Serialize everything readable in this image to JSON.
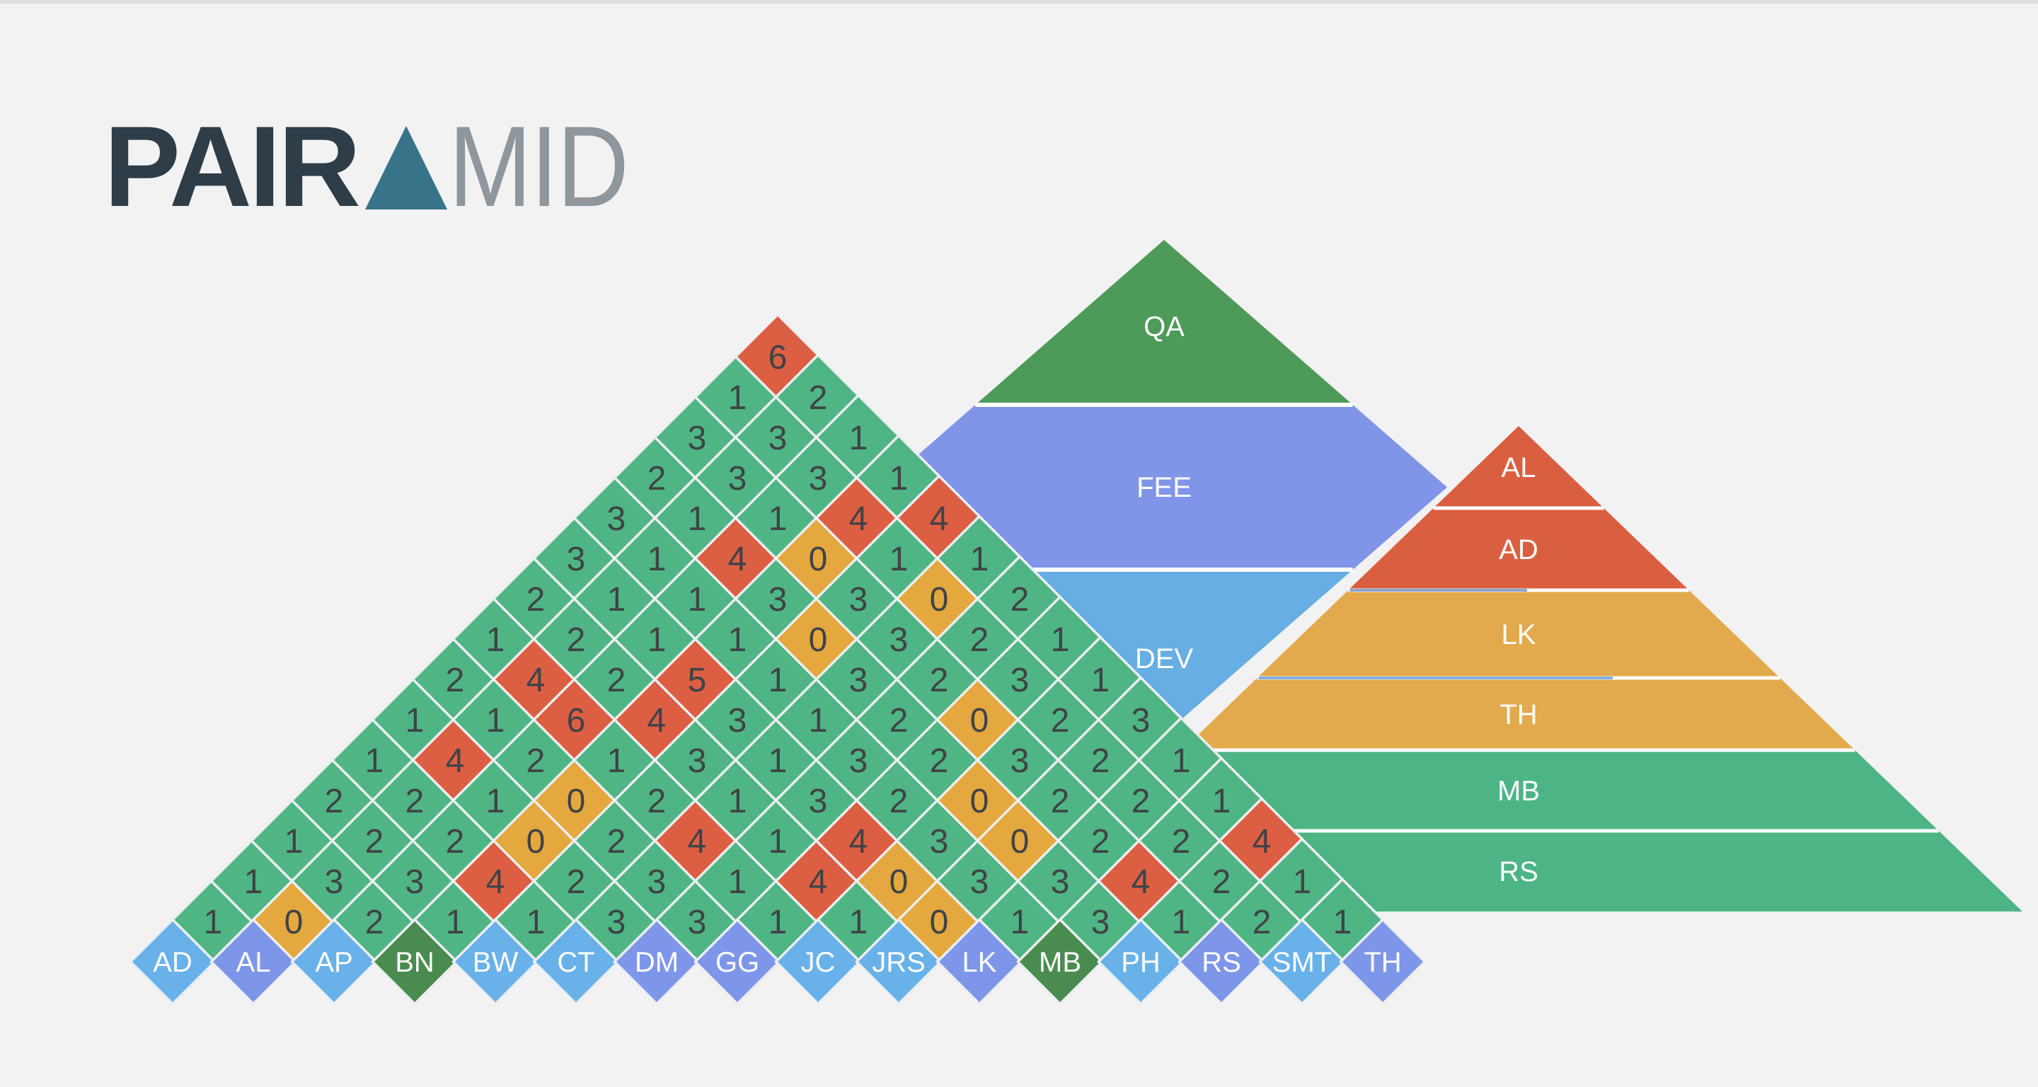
{
  "page": {
    "background": "#f2f2f3",
    "top_strip_color": "#dcdce1"
  },
  "logo": {
    "text_bold": "PAIR",
    "text_light": "MID",
    "triangle_color": "#37748a",
    "bold_color": "#2e3d47",
    "light_color": "#8f969c"
  },
  "chart_data": [
    {
      "type": "heatmap",
      "subtype": "pair-matrix-triangle",
      "title": "Pair counts between team members",
      "members": [
        "AD",
        "AL",
        "AP",
        "BN",
        "BW",
        "CT",
        "DM",
        "GG",
        "JC",
        "JRS",
        "LK",
        "MB",
        "PH",
        "RS",
        "SMT",
        "TH"
      ],
      "member_colors": {
        "AD": "#69b1e9",
        "AL": "#7e96e9",
        "AP": "#69b1e9",
        "BN": "#4a8c50",
        "BW": "#69b1e9",
        "CT": "#69b1e9",
        "DM": "#7e96e9",
        "GG": "#7e96e9",
        "JC": "#69b1e9",
        "JRS": "#69b1e9",
        "LK": "#7e96e9",
        "MB": "#4a8c50",
        "PH": "#69b1e9",
        "RS": "#7e96e9",
        "SMT": "#69b1e9",
        "TH": "#7e96e9"
      },
      "cell_color_rules": {
        "zero": "#e4a83f",
        "one_to_three": "#4fb585",
        "four_plus": "#dc5f43"
      },
      "number_color": "#3f4347",
      "pairs": [
        [
          "AD",
          "AL",
          1
        ],
        [
          "AD",
          "AP",
          1
        ],
        [
          "AD",
          "BN",
          1
        ],
        [
          "AD",
          "BW",
          2
        ],
        [
          "AD",
          "CT",
          1
        ],
        [
          "AD",
          "DM",
          1
        ],
        [
          "AD",
          "GG",
          2
        ],
        [
          "AD",
          "JC",
          1
        ],
        [
          "AD",
          "JRS",
          2
        ],
        [
          "AD",
          "LK",
          3
        ],
        [
          "AD",
          "MB",
          3
        ],
        [
          "AD",
          "PH",
          2
        ],
        [
          "AD",
          "RS",
          3
        ],
        [
          "AD",
          "SMT",
          1
        ],
        [
          "AD",
          "TH",
          6
        ],
        [
          "AL",
          "AP",
          0
        ],
        [
          "AL",
          "BN",
          3
        ],
        [
          "AL",
          "BW",
          2
        ],
        [
          "AL",
          "CT",
          2
        ],
        [
          "AL",
          "DM",
          4
        ],
        [
          "AL",
          "GG",
          1
        ],
        [
          "AL",
          "JC",
          4
        ],
        [
          "AL",
          "JRS",
          2
        ],
        [
          "AL",
          "LK",
          1
        ],
        [
          "AL",
          "MB",
          1
        ],
        [
          "AL",
          "PH",
          1
        ],
        [
          "AL",
          "RS",
          3
        ],
        [
          "AL",
          "SMT",
          3
        ],
        [
          "AL",
          "TH",
          2
        ],
        [
          "AP",
          "BN",
          2
        ],
        [
          "AP",
          "BW",
          3
        ],
        [
          "AP",
          "CT",
          2
        ],
        [
          "AP",
          "DM",
          1
        ],
        [
          "AP",
          "GG",
          2
        ],
        [
          "AP",
          "JC",
          6
        ],
        [
          "AP",
          "JRS",
          2
        ],
        [
          "AP",
          "LK",
          1
        ],
        [
          "AP",
          "MB",
          1
        ],
        [
          "AP",
          "PH",
          4
        ],
        [
          "AP",
          "RS",
          1
        ],
        [
          "AP",
          "SMT",
          3
        ],
        [
          "AP",
          "TH",
          1
        ],
        [
          "BN",
          "BW",
          1
        ],
        [
          "BN",
          "CT",
          4
        ],
        [
          "BN",
          "DM",
          0
        ],
        [
          "BN",
          "GG",
          0
        ],
        [
          "BN",
          "JC",
          1
        ],
        [
          "BN",
          "JRS",
          4
        ],
        [
          "BN",
          "LK",
          5
        ],
        [
          "BN",
          "MB",
          1
        ],
        [
          "BN",
          "PH",
          3
        ],
        [
          "BN",
          "RS",
          0
        ],
        [
          "BN",
          "SMT",
          4
        ],
        [
          "BN",
          "TH",
          1
        ],
        [
          "BW",
          "CT",
          1
        ],
        [
          "BW",
          "DM",
          2
        ],
        [
          "BW",
          "GG",
          2
        ],
        [
          "BW",
          "JC",
          2
        ],
        [
          "BW",
          "JRS",
          3
        ],
        [
          "BW",
          "LK",
          3
        ],
        [
          "BW",
          "MB",
          1
        ],
        [
          "BW",
          "PH",
          0
        ],
        [
          "BW",
          "RS",
          3
        ],
        [
          "BW",
          "SMT",
          1
        ],
        [
          "BW",
          "TH",
          4
        ],
        [
          "CT",
          "DM",
          3
        ],
        [
          "CT",
          "GG",
          3
        ],
        [
          "CT",
          "JC",
          4
        ],
        [
          "CT",
          "JRS",
          1
        ],
        [
          "CT",
          "LK",
          1
        ],
        [
          "CT",
          "MB",
          1
        ],
        [
          "CT",
          "PH",
          3
        ],
        [
          "CT",
          "RS",
          3
        ],
        [
          "CT",
          "SMT",
          0
        ],
        [
          "CT",
          "TH",
          1
        ],
        [
          "DM",
          "GG",
          3
        ],
        [
          "DM",
          "JC",
          1
        ],
        [
          "DM",
          "JRS",
          1
        ],
        [
          "DM",
          "LK",
          3
        ],
        [
          "DM",
          "MB",
          3
        ],
        [
          "DM",
          "PH",
          2
        ],
        [
          "DM",
          "RS",
          2
        ],
        [
          "DM",
          "SMT",
          2
        ],
        [
          "DM",
          "TH",
          2
        ],
        [
          "GG",
          "JC",
          1
        ],
        [
          "GG",
          "JRS",
          4
        ],
        [
          "GG",
          "LK",
          4
        ],
        [
          "GG",
          "MB",
          2
        ],
        [
          "GG",
          "PH",
          2
        ],
        [
          "GG",
          "RS",
          0
        ],
        [
          "GG",
          "SMT",
          3
        ],
        [
          "GG",
          "TH",
          1
        ],
        [
          "JC",
          "JRS",
          1
        ],
        [
          "JC",
          "LK",
          0
        ],
        [
          "JC",
          "MB",
          3
        ],
        [
          "JC",
          "PH",
          0
        ],
        [
          "JC",
          "RS",
          3
        ],
        [
          "JC",
          "SMT",
          2
        ],
        [
          "JC",
          "TH",
          1
        ],
        [
          "JRS",
          "LK",
          0
        ],
        [
          "JRS",
          "MB",
          3
        ],
        [
          "JRS",
          "PH",
          0
        ],
        [
          "JRS",
          "RS",
          2
        ],
        [
          "JRS",
          "SMT",
          2
        ],
        [
          "JRS",
          "TH",
          3
        ],
        [
          "LK",
          "MB",
          1
        ],
        [
          "LK",
          "PH",
          3
        ],
        [
          "LK",
          "RS",
          2
        ],
        [
          "LK",
          "SMT",
          2
        ],
        [
          "LK",
          "TH",
          1
        ],
        [
          "MB",
          "PH",
          3
        ],
        [
          "MB",
          "RS",
          4
        ],
        [
          "MB",
          "SMT",
          2
        ],
        [
          "MB",
          "TH",
          1
        ],
        [
          "PH",
          "RS",
          1
        ],
        [
          "PH",
          "SMT",
          2
        ],
        [
          "PH",
          "TH",
          4
        ],
        [
          "RS",
          "SMT",
          2
        ],
        [
          "RS",
          "TH",
          1
        ],
        [
          "SMT",
          "TH",
          1
        ]
      ]
    },
    {
      "type": "pie",
      "subtype": "role-diamond",
      "title": "Roles",
      "levels": [
        {
          "label": "QA",
          "color": "#4e9a58"
        },
        {
          "label": "FEE",
          "color": "#8095e8"
        },
        {
          "label": "DEV",
          "color": "#66aee3"
        }
      ],
      "label_color": "#ffffff"
    },
    {
      "type": "pie",
      "subtype": "member-pyramid",
      "title": "Member pyramid",
      "levels": [
        {
          "label": "AL",
          "color": "#da5f41"
        },
        {
          "label": "AD",
          "color": "#da5f41"
        },
        {
          "label": "LK",
          "color": "#e2aa4c"
        },
        {
          "label": "TH",
          "color": "#e2aa4c"
        },
        {
          "label": "MB",
          "color": "#4cb485"
        },
        {
          "label": "RS",
          "color": "#4cb485"
        }
      ],
      "label_color": "#ffffff",
      "boundary_tint_lines": [
        {
          "boundary_index": 2,
          "color": "#8aa6d2"
        },
        {
          "boundary_index": 3,
          "color": "#7fb0e4"
        }
      ]
    }
  ]
}
